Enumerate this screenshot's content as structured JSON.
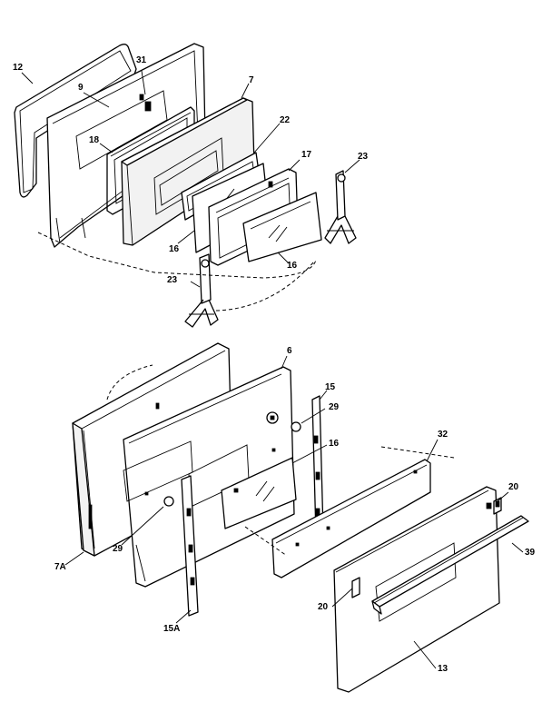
{
  "callouts": {
    "c12": "12",
    "c9": "9",
    "c31": "31",
    "c7": "7",
    "c18": "18",
    "c22": "22",
    "c17": "17",
    "c23a": "23",
    "c16a": "16",
    "c16b": "16",
    "c23b": "23",
    "c6": "6",
    "c15": "15",
    "c29a": "29",
    "c16c": "16",
    "c32": "32",
    "c20a": "20",
    "c7a": "7A",
    "c29b": "29",
    "c39": "39",
    "c20b": "20",
    "c15a": "15A",
    "c13": "13"
  }
}
